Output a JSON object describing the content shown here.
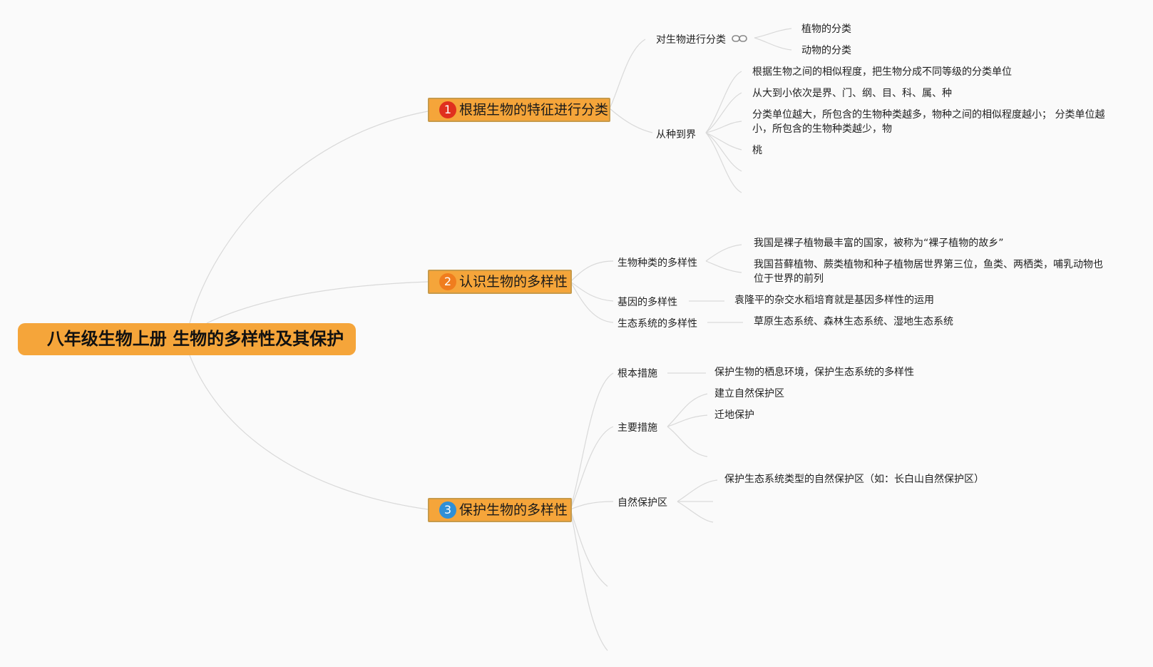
{
  "root": {
    "title": "八年级生物上册 生物的多样性及其保护"
  },
  "branches": [
    {
      "number": "1",
      "badge_color": "#e0301e",
      "label": "根据生物的特征进行分类"
    },
    {
      "number": "2",
      "badge_color": "#f07d1e",
      "label": "认识生物的多样性"
    },
    {
      "number": "3",
      "badge_color": "#2f8fd6",
      "label": "保护生物的多样性"
    }
  ],
  "b1": {
    "classify": {
      "label": "对生物进行分类",
      "icon": "link-icon",
      "children": [
        "植物的分类",
        "动物的分类"
      ]
    },
    "species_to_kingdom": {
      "label": "从种到界",
      "children": [
        "根据生物之间的相似程度，把生物分成不同等级的分类单位",
        "从大到小依次是界、门、纲、目、科、属、种",
        "分类单位越大，所包含的生物种类越多，物种之间的相似程度越小； 分类单位越小，所包含的生物种类越少，物",
        "桃"
      ]
    }
  },
  "b2": {
    "species": {
      "label": "生物种类的多样性",
      "children": [
        "我国是裸子植物最丰富的国家，被称为“裸子植物的故乡”",
        "我国苔藓植物、蕨类植物和种子植物居世界第三位，鱼类、两栖类，哺乳动物也位于世界的前列"
      ]
    },
    "gene": {
      "label": "基因的多样性",
      "child": "袁隆平的杂交水稻培育就是基因多样性的运用"
    },
    "ecosystem": {
      "label": "生态系统的多样性",
      "child": "草原生态系统、森林生态系统、湿地生态系统"
    }
  },
  "b3": {
    "fundamental": {
      "label": "根本措施",
      "child": "保护生物的栖息环境，保护生态系统的多样性"
    },
    "main": {
      "label": "主要措施",
      "children": [
        "建立自然保护区",
        "迁地保护"
      ]
    },
    "reserve": {
      "label": "自然保护区",
      "child": "保护生态系统类型的自然保护区（如：长白山自然保护区）"
    }
  }
}
